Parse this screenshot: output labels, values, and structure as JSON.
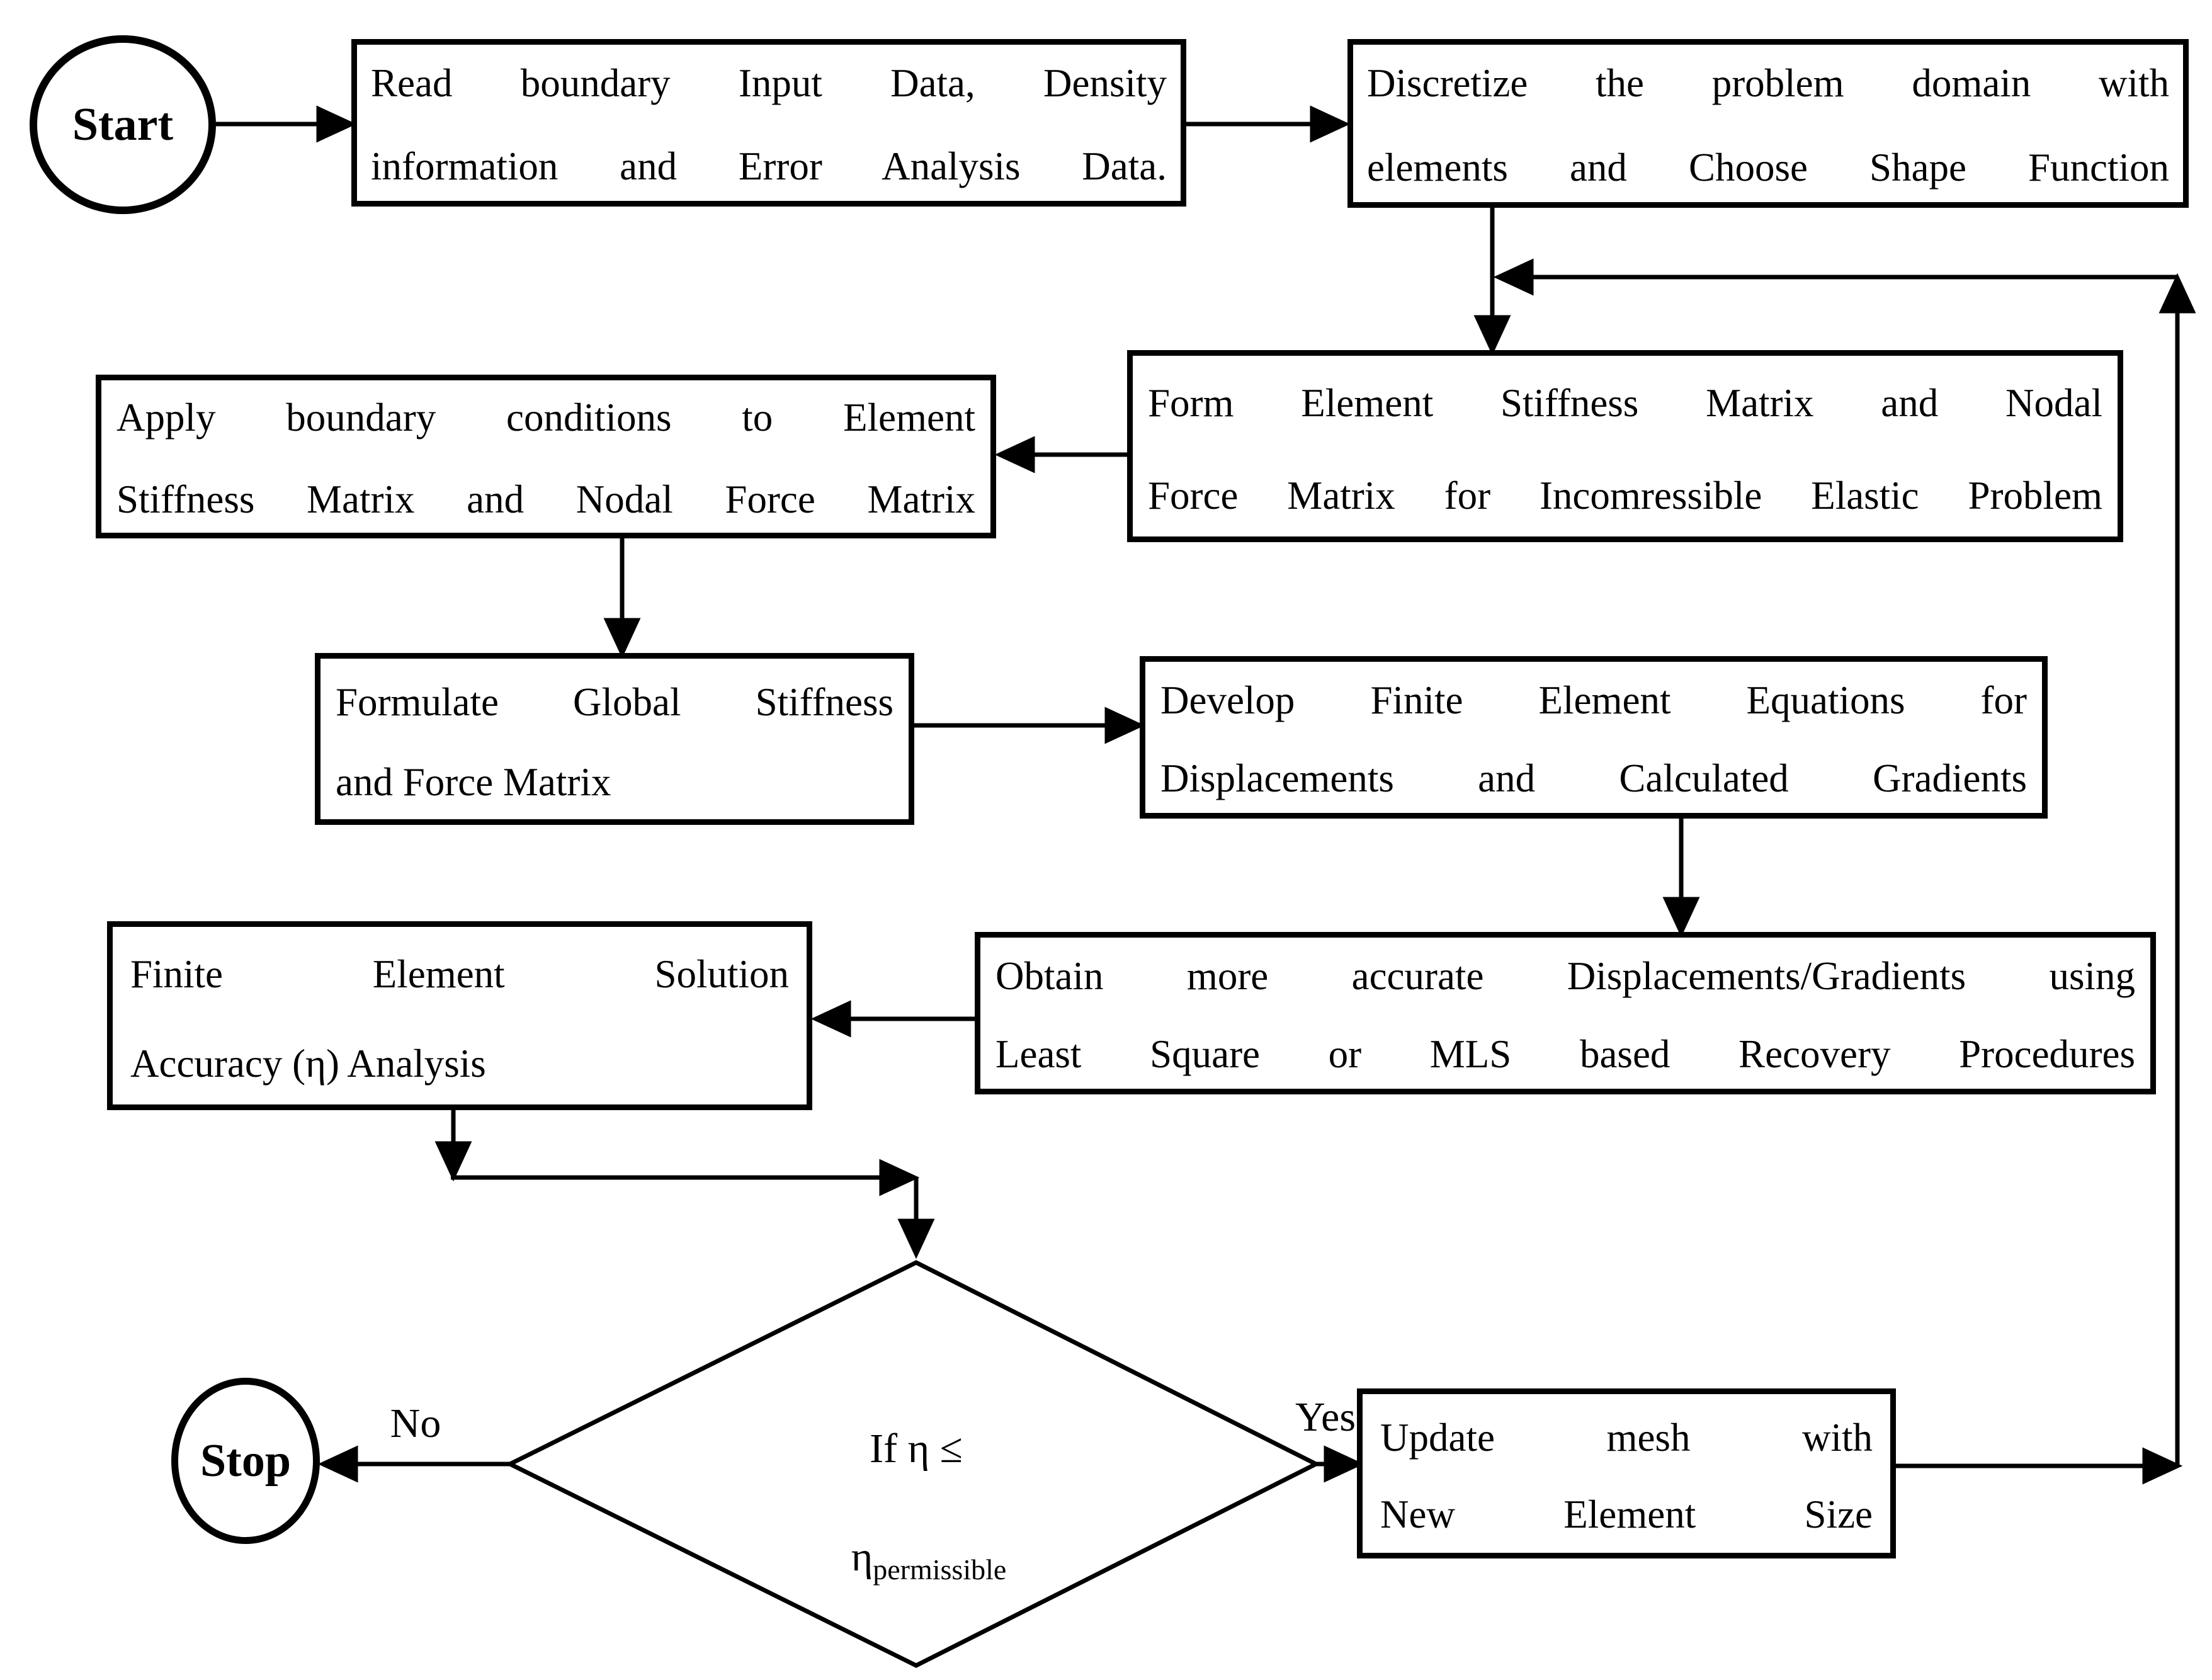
{
  "nodes": {
    "start": {
      "label": "Start"
    },
    "read": {
      "lines": [
        "Read boundary Input Data, Density",
        "information and Error Analysis Data."
      ]
    },
    "discretize": {
      "lines": [
        "Discretize the problem domain with",
        "elements and Choose Shape Function"
      ]
    },
    "form": {
      "lines": [
        "Form Element Stiffness Matrix and Nodal",
        "Force Matrix for Incomressible Elastic Problem"
      ]
    },
    "apply": {
      "lines": [
        "Apply boundary conditions to Element",
        "Stiffness Matrix and Nodal Force Matrix"
      ]
    },
    "formulate": {
      "lines": [
        "Formulate Global Stiffness",
        "and Force Matrix"
      ]
    },
    "develop": {
      "lines": [
        "Develop Finite Element Equations for",
        "Displacements and Calculated Gradients"
      ]
    },
    "obtain": {
      "lines": [
        "Obtain more accurate Displacements/Gradients using",
        "Least Square or MLS based Recovery Procedures"
      ]
    },
    "finite": {
      "lines": [
        "Finite Element Solution",
        "Accuracy (η) Analysis"
      ]
    },
    "decision": {
      "line1": "If η ≤",
      "eta": "η",
      "subscript": "permissible"
    },
    "update": {
      "lines": [
        "Update mesh with",
        "New Element Size"
      ]
    },
    "stop": {
      "label": "Stop"
    }
  },
  "edge_labels": {
    "no": "No",
    "yes": "Yes"
  },
  "colors": {
    "line": "#000000",
    "background": "#ffffff"
  }
}
